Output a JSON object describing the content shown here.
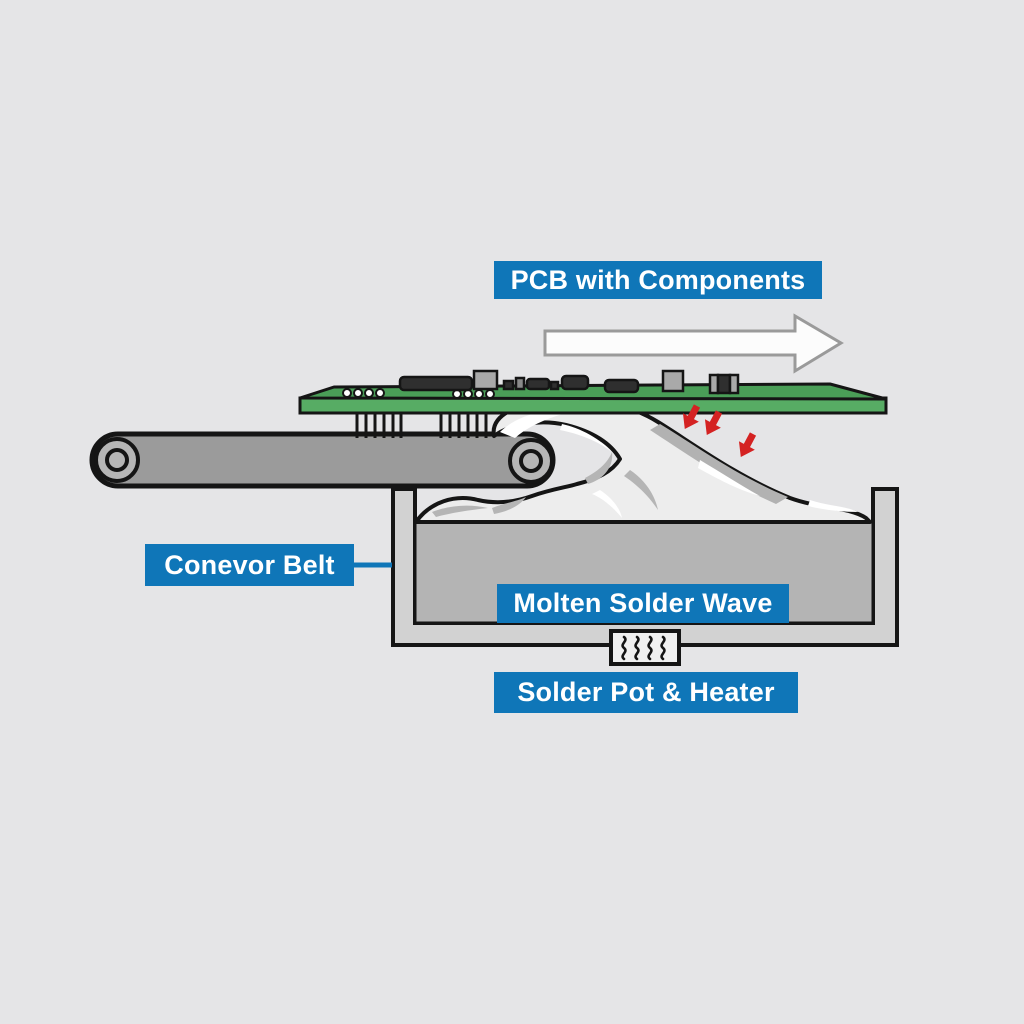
{
  "diagram": {
    "type": "wave-soldering-process-illustration",
    "labels": {
      "pcb": "PCB with Components",
      "conveyor": "Conevor Belt",
      "wave": "Molten Solder Wave",
      "pot": "Solder Pot & Heater"
    },
    "icons": {
      "direction_arrow": "right-arrow-white",
      "solder_contact_arrows": "three-red-down-left-arrows",
      "heater": "heat-squiggle-element"
    },
    "colors": {
      "background": "#e5e5e7",
      "label_bg": "#0f76b8",
      "label_text": "#ffffff",
      "pcb_top_green": "#4a9e57",
      "pcb_side_green": "#57ac64",
      "belt_gray": "#9b9b9b",
      "roller_gray": "#b6b6b6",
      "pot_gray": "#d2d2d2",
      "solder_bath_gray": "#b4b4b4",
      "wave_fill": "#ededed",
      "outline_black": "#151515",
      "arrow_red": "#d42222",
      "direction_arrow_fill": "#fcfcfc",
      "direction_arrow_stroke": "#9a9a9a"
    }
  }
}
